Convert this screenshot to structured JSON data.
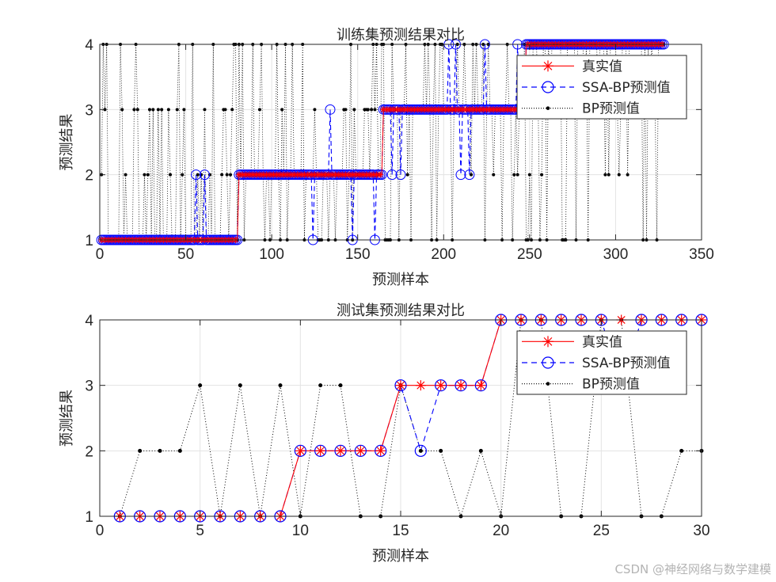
{
  "figure": {
    "watermark": "CSDN @神经网络与数学建模"
  },
  "chart_data": [
    {
      "type": "line",
      "title": "训练集预测结果对比",
      "xlabel": "预测样本",
      "ylabel": "预测结果",
      "xlim": [
        0,
        350
      ],
      "ylim": [
        1,
        4
      ],
      "xticks": [
        0,
        50,
        100,
        150,
        200,
        250,
        300,
        350
      ],
      "yticks": [
        1,
        2,
        3,
        4
      ],
      "grid": true,
      "legend_position": "northeast",
      "legend": [
        "真实值",
        "SSA-BP预测值",
        "BP预测值"
      ],
      "n_samples": 328,
      "true_segments": [
        {
          "from": 1,
          "to": 80,
          "value": 1
        },
        {
          "from": 81,
          "to": 164,
          "value": 2
        },
        {
          "from": 165,
          "to": 247,
          "value": 3
        },
        {
          "from": 248,
          "to": 328,
          "value": 4
        }
      ],
      "ssa_bp_errors": [
        {
          "x": 56,
          "value": 2
        },
        {
          "x": 61,
          "value": 2
        },
        {
          "x": 124,
          "value": 1
        },
        {
          "x": 134,
          "value": 3
        },
        {
          "x": 147,
          "value": 1
        },
        {
          "x": 160,
          "value": 1
        },
        {
          "x": 170,
          "value": 2
        },
        {
          "x": 175,
          "value": 2
        },
        {
          "x": 203,
          "value": 4
        },
        {
          "x": 207,
          "value": 4
        },
        {
          "x": 210,
          "value": 2
        },
        {
          "x": 215,
          "value": 2
        },
        {
          "x": 224,
          "value": 4
        },
        {
          "x": 243,
          "value": 4
        }
      ],
      "bp_pattern_note": "BP predictions scatter across values 1-4 for nearly every sample",
      "series": [
        {
          "name": "真实值",
          "color": "#ff0000",
          "style": "solid",
          "marker": "asterisk"
        },
        {
          "name": "SSA-BP预测值",
          "color": "#0000ff",
          "style": "dashed",
          "marker": "circle"
        },
        {
          "name": "BP预测值",
          "color": "#000000",
          "style": "dotted",
          "marker": "dot"
        }
      ]
    },
    {
      "type": "line",
      "title": "测试集预测结果对比",
      "xlabel": "预测样本",
      "ylabel": "预测结果",
      "xlim": [
        0,
        30
      ],
      "ylim": [
        1,
        4
      ],
      "xticks": [
        0,
        5,
        10,
        15,
        20,
        25,
        30
      ],
      "yticks": [
        1,
        2,
        3,
        4
      ],
      "grid": true,
      "legend_position": "northeast",
      "legend": [
        "真实值",
        "SSA-BP预测值",
        "BP预测值"
      ],
      "x": [
        1,
        2,
        3,
        4,
        5,
        6,
        7,
        8,
        9,
        10,
        11,
        12,
        13,
        14,
        15,
        16,
        17,
        18,
        19,
        20,
        21,
        22,
        23,
        24,
        25,
        26,
        27,
        28,
        29,
        30
      ],
      "series": [
        {
          "name": "真实值",
          "color": "#ff0000",
          "style": "solid",
          "marker": "asterisk",
          "values": [
            1,
            1,
            1,
            1,
            1,
            1,
            1,
            1,
            1,
            2,
            2,
            2,
            2,
            2,
            3,
            3,
            3,
            3,
            3,
            4,
            4,
            4,
            4,
            4,
            4,
            4,
            4,
            4,
            4,
            4
          ]
        },
        {
          "name": "SSA-BP预测值",
          "color": "#0000ff",
          "style": "dashed",
          "marker": "circle",
          "values": [
            1,
            1,
            1,
            1,
            1,
            1,
            1,
            1,
            1,
            2,
            2,
            2,
            2,
            2,
            3,
            2,
            3,
            3,
            3,
            4,
            4,
            4,
            4,
            4,
            4,
            3,
            4,
            4,
            4,
            4
          ]
        },
        {
          "name": "BP预测值",
          "color": "#000000",
          "style": "dotted",
          "marker": "dot",
          "values": [
            1,
            2,
            2,
            2,
            3,
            1,
            3,
            1,
            3,
            1,
            3,
            3,
            1,
            1,
            3,
            2,
            2,
            1,
            2,
            1,
            4,
            4,
            1,
            1,
            4,
            4,
            1,
            1,
            2,
            2
          ]
        }
      ]
    }
  ]
}
